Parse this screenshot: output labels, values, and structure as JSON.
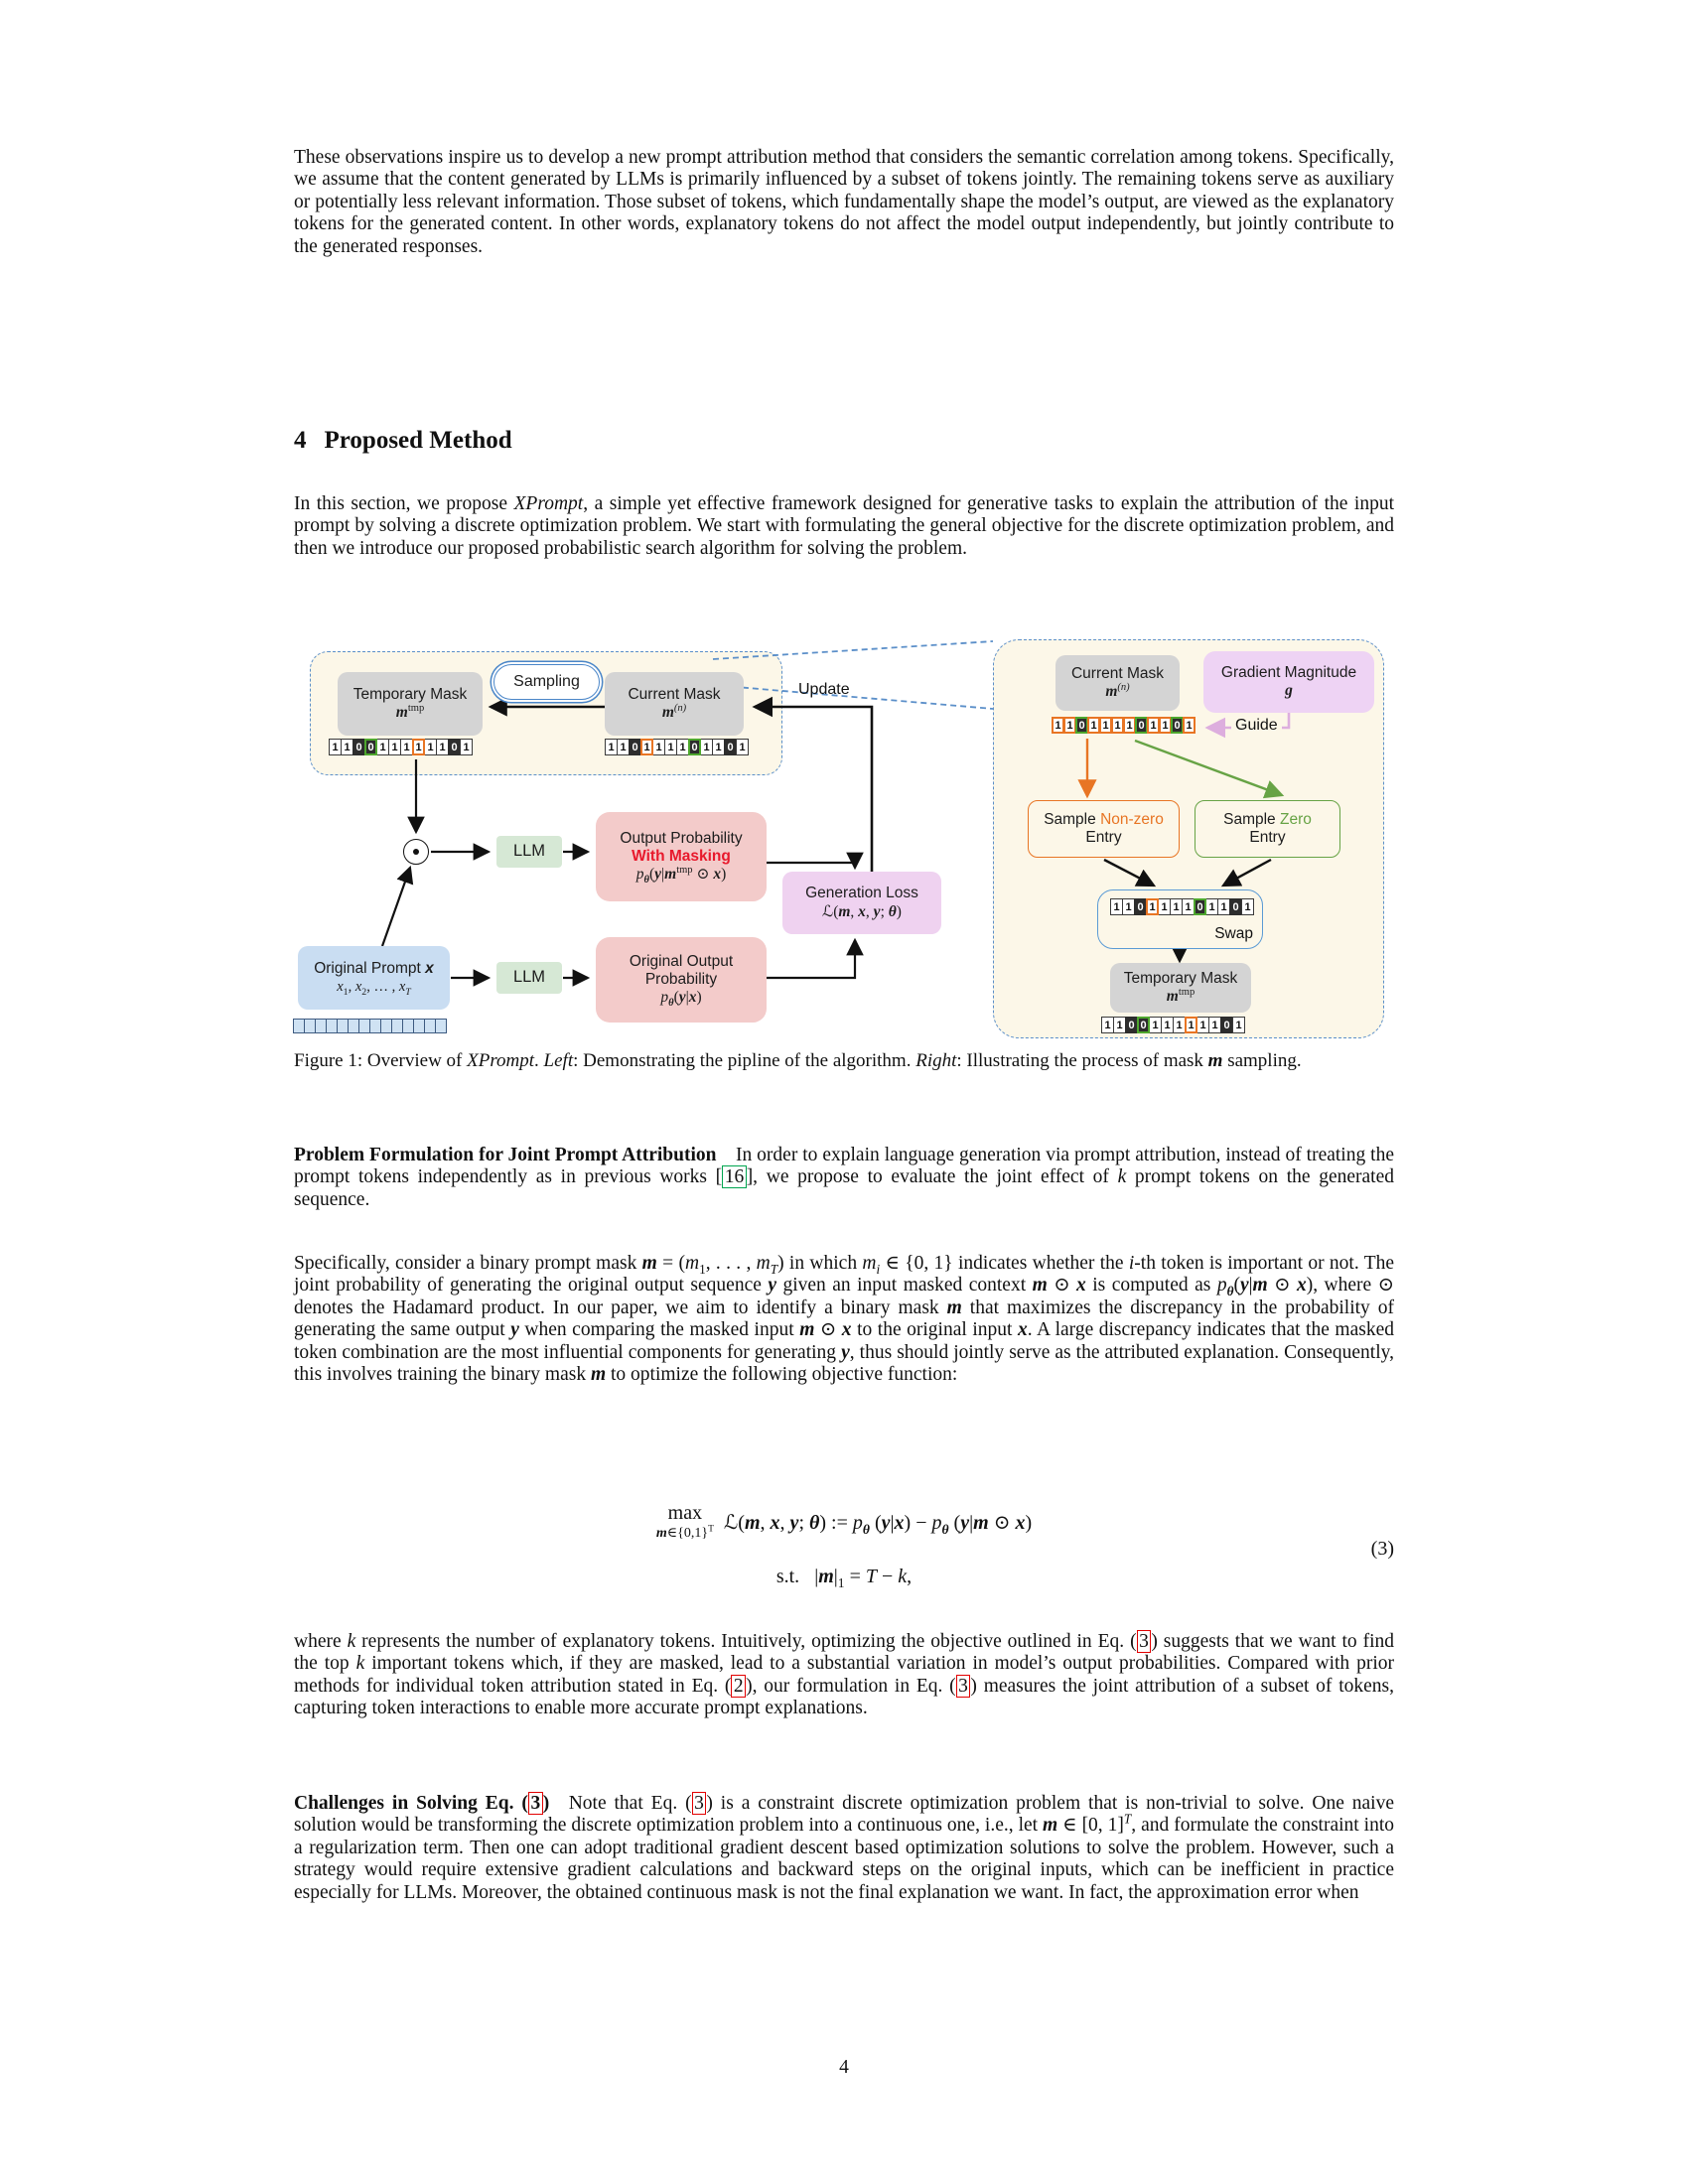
{
  "page": {
    "number": "4"
  },
  "paragraphs": {
    "p1": {
      "segs": [
        {
          "x": "These observations inspire us to develop a new prompt attribution method that considers the semantic correlation among tokens. Specifically, we assume that the content generated by LLMs is primarily influenced by a subset of tokens jointly. The remaining tokens serve as auxiliary or potentially less relevant information. Those subset of tokens, which fundamentally shape the model’s output, are viewed as the explanatory tokens for the generated content. In other words, explanatory tokens do not affect the model output independently, but jointly contribute to the generated responses.",
          "s": ""
        }
      ]
    },
    "heading": {
      "number": "4",
      "title": "Proposed Method"
    },
    "p2": {
      "segs": [
        {
          "x": "In this section, we propose ",
          "s": ""
        },
        {
          "x": "XPrompt",
          "s": "i"
        },
        {
          "x": ", a simple yet effective framework designed for generative tasks to explain the attribution of the input prompt by solving a discrete optimization problem. We start with formulating the general objective for the discrete optimization problem, and then we introduce our proposed probabilistic search algorithm for solving the problem.",
          "s": ""
        }
      ]
    },
    "caption": {
      "segs": [
        {
          "x": "Figure 1: Overview of ",
          "s": ""
        },
        {
          "x": "XPrompt",
          "s": "i"
        },
        {
          "x": ". ",
          "s": ""
        },
        {
          "x": "Left",
          "s": "i"
        },
        {
          "x": ": Demonstrating the pipline of the algorithm. ",
          "s": ""
        },
        {
          "x": "Right",
          "s": "i"
        },
        {
          "x": ": Illustrating the process of mask ",
          "s": ""
        },
        {
          "x": "m",
          "s": "mb"
        },
        {
          "x": " sampling.",
          "s": ""
        }
      ]
    },
    "p3": {
      "segs": [
        {
          "x": "Problem Formulation for Joint Prompt Attribution",
          "s": "b"
        },
        {
          "x": " ",
          "s": ""
        },
        {
          "x": "In order to explain language generation via prompt attribution, instead of treating the prompt tokens independently as in previous works [",
          "s": ""
        },
        {
          "x": "16",
          "s": "refgreen"
        },
        {
          "x": "], we propose to evaluate the joint effect of ",
          "s": ""
        },
        {
          "x": "k",
          "s": "m"
        },
        {
          "x": " prompt tokens on the generated sequence.",
          "s": ""
        }
      ]
    },
    "p4": {
      "segs": [
        {
          "x": "Specifically, consider a binary prompt mask ",
          "s": ""
        },
        {
          "x": "m",
          "s": "mb"
        },
        {
          "x": " = (",
          "s": ""
        },
        {
          "x": "m",
          "s": "m"
        },
        {
          "x": "1",
          "s": "sub"
        },
        {
          "x": ", . . . , ",
          "s": ""
        },
        {
          "x": "m",
          "s": "m"
        },
        {
          "x": "T",
          "s": "subm"
        },
        {
          "x": ") in which ",
          "s": ""
        },
        {
          "x": "m",
          "s": "m"
        },
        {
          "x": "i",
          "s": "subm"
        },
        {
          "x": " ∈ {0, 1} indicates whether the ",
          "s": ""
        },
        {
          "x": "i",
          "s": "m"
        },
        {
          "x": "-th token is important or not. The joint probability of generating the original output sequence ",
          "s": ""
        },
        {
          "x": "y",
          "s": "mb"
        },
        {
          "x": " given an input masked context ",
          "s": ""
        },
        {
          "x": "m",
          "s": "mb"
        },
        {
          "x": " ⊙ ",
          "s": ""
        },
        {
          "x": "x",
          "s": "mb"
        },
        {
          "x": " is computed as ",
          "s": ""
        },
        {
          "x": "p",
          "s": "m"
        },
        {
          "x": "θ",
          "s": "submb"
        },
        {
          "x": "(",
          "s": ""
        },
        {
          "x": "y",
          "s": "mb"
        },
        {
          "x": "|",
          "s": ""
        },
        {
          "x": "m",
          "s": "mb"
        },
        {
          "x": " ⊙ ",
          "s": ""
        },
        {
          "x": "x",
          "s": "mb"
        },
        {
          "x": "), where ⊙ denotes the Hadamard product. In our paper, we aim to identify a binary mask ",
          "s": ""
        },
        {
          "x": "m",
          "s": "mb"
        },
        {
          "x": " that maximizes the discrepancy in the probability of generating the same output ",
          "s": ""
        },
        {
          "x": "y",
          "s": "mb"
        },
        {
          "x": " when comparing the masked input ",
          "s": ""
        },
        {
          "x": "m",
          "s": "mb"
        },
        {
          "x": " ⊙ ",
          "s": ""
        },
        {
          "x": "x",
          "s": "mb"
        },
        {
          "x": " to the original input ",
          "s": ""
        },
        {
          "x": "x",
          "s": "mb"
        },
        {
          "x": ". A large discrepancy indicates that the masked token combination are the most influential components for generating ",
          "s": ""
        },
        {
          "x": "y",
          "s": "mb"
        },
        {
          "x": ", thus should jointly serve as the attributed explanation. Consequently, this involves training the binary mask ",
          "s": ""
        },
        {
          "x": "m",
          "s": "mb"
        },
        {
          "x": " to optimize the following objective function:",
          "s": ""
        }
      ]
    },
    "equation": {
      "max_op": "max",
      "max_sub_segs": [
        {
          "x": "m",
          "s": "mb"
        },
        {
          "x": "∈{0,1}",
          "s": ""
        },
        {
          "x": "T",
          "s": "sup"
        }
      ],
      "line1_segs": [
        {
          "x": "ℒ(",
          "s": ""
        },
        {
          "x": "m",
          "s": "mb"
        },
        {
          "x": ", ",
          "s": ""
        },
        {
          "x": "x",
          "s": "mb"
        },
        {
          "x": ", ",
          "s": ""
        },
        {
          "x": "y",
          "s": "mb"
        },
        {
          "x": "; ",
          "s": ""
        },
        {
          "x": "θ",
          "s": "mb"
        },
        {
          "x": ") := ",
          "s": ""
        },
        {
          "x": "p",
          "s": "m"
        },
        {
          "x": "θ",
          "s": "submb"
        },
        {
          "x": " (",
          "s": ""
        },
        {
          "x": "y",
          "s": "mb"
        },
        {
          "x": "|",
          "s": ""
        },
        {
          "x": "x",
          "s": "mb"
        },
        {
          "x": ") − ",
          "s": ""
        },
        {
          "x": "p",
          "s": "m"
        },
        {
          "x": "θ",
          "s": "submb"
        },
        {
          "x": " (",
          "s": ""
        },
        {
          "x": "y",
          "s": "mb"
        },
        {
          "x": "|",
          "s": ""
        },
        {
          "x": "m",
          "s": "mb"
        },
        {
          "x": " ⊙ ",
          "s": ""
        },
        {
          "x": "x",
          "s": "mb"
        },
        {
          "x": ")",
          "s": ""
        }
      ],
      "st_segs": [
        {
          "x": "s.t.   ",
          "s": ""
        },
        {
          "x": "|",
          "s": ""
        },
        {
          "x": "m",
          "s": "mb"
        },
        {
          "x": "|",
          "s": ""
        },
        {
          "x": "1",
          "s": "sub"
        },
        {
          "x": " = ",
          "s": ""
        },
        {
          "x": "T",
          "s": "m"
        },
        {
          "x": " − ",
          "s": ""
        },
        {
          "x": "k",
          "s": "m"
        },
        {
          "x": ",",
          "s": ""
        }
      ],
      "number": "(3)"
    },
    "p5": {
      "segs": [
        {
          "x": "where ",
          "s": ""
        },
        {
          "x": "k",
          "s": "m"
        },
        {
          "x": " represents the number of explanatory tokens. Intuitively, optimizing the objective outlined in Eq. (",
          "s": ""
        },
        {
          "x": "3",
          "s": "refred"
        },
        {
          "x": ") suggests that we want to find the top ",
          "s": ""
        },
        {
          "x": "k",
          "s": "m"
        },
        {
          "x": " important tokens which, if they are masked, lead to a substantial variation in model’s output probabilities. Compared with prior methods for individual token attribution stated in Eq. (",
          "s": ""
        },
        {
          "x": "2",
          "s": "refred"
        },
        {
          "x": "), our formulation in Eq. (",
          "s": ""
        },
        {
          "x": "3",
          "s": "refred"
        },
        {
          "x": ") measures the joint attribution of a subset of tokens, capturing token interactions to enable more accurate prompt explanations.",
          "s": ""
        }
      ]
    },
    "p6": {
      "segs": [
        {
          "x": "Challenges in Solving Eq. (",
          "s": "b"
        },
        {
          "x": "3",
          "s": "refredb"
        },
        {
          "x": ")",
          "s": "b"
        },
        {
          "x": " ",
          "s": ""
        },
        {
          "x": "Note that Eq. (",
          "s": ""
        },
        {
          "x": "3",
          "s": "refred"
        },
        {
          "x": ") is a constraint discrete optimization problem that is non-trivial to solve. One naive solution would be transforming the discrete optimization problem into a continuous one, i.e., let ",
          "s": ""
        },
        {
          "x": "m",
          "s": "mb"
        },
        {
          "x": " ∈ [0, 1]",
          "s": ""
        },
        {
          "x": "T",
          "s": "supm"
        },
        {
          "x": ", and formulate the constraint into a regularization term. Then one can adopt traditional gradient descent based optimization solutions to solve the problem. However, such a strategy would require extensive gradient calculations and backward steps on the original inputs, which can be inefficient in practice especially for LLMs. Moreover, the obtained continuous mask is not the final explanation we want. In fact, the approximation error when",
          "s": ""
        }
      ]
    }
  },
  "figure": {
    "colors": {
      "panel_bg": "#fcf7e8",
      "dashed_border": "#5b8fc9",
      "gray_box": "#d4d4d4",
      "pink_box": "#f3cbca",
      "green_llm_box": "#d6e8d5",
      "loss_box": "#efd2f0",
      "prompt_box": "#c9ddf2",
      "gradient_box": "#eed3f4",
      "orange": "#e87524",
      "green": "#67a345",
      "red_text": "#e8192c",
      "swap_blue": "#4a90d9",
      "guide_pink": "#ddaede",
      "ref_red": "#e20000",
      "ref_green": "#00a550"
    },
    "labels": {
      "temporary_mask": "Temporary Mask",
      "temporary_mask_math": {
        "segs": [
          {
            "x": "m",
            "s": "mb"
          },
          {
            "x": "tmp",
            "s": "sup"
          }
        ]
      },
      "sampling": "Sampling",
      "current_mask": "Current Mask",
      "current_mask_math": {
        "segs": [
          {
            "x": "m",
            "s": "mb"
          },
          {
            "x": "(n)",
            "s": "supm"
          }
        ]
      },
      "update": "Update",
      "llm": "LLM",
      "masked_output_line1": "Output Probability",
      "masked_output_line2": "With Masking",
      "masked_output_math": {
        "segs": [
          {
            "x": "p",
            "s": "m"
          },
          {
            "x": "θ",
            "s": "submb"
          },
          {
            "x": "(",
            "s": ""
          },
          {
            "x": "y",
            "s": "mb"
          },
          {
            "x": "|",
            "s": ""
          },
          {
            "x": "m",
            "s": "mb"
          },
          {
            "x": "tmp",
            "s": "sup"
          },
          {
            "x": " ⊙ ",
            "s": ""
          },
          {
            "x": "x",
            "s": "mb"
          },
          {
            "x": ")",
            "s": ""
          }
        ]
      },
      "generation_loss": "Generation Loss",
      "generation_loss_math": {
        "segs": [
          {
            "x": "ℒ(",
            "s": ""
          },
          {
            "x": "m",
            "s": "mb"
          },
          {
            "x": ", ",
            "s": ""
          },
          {
            "x": "x",
            "s": "mb"
          },
          {
            "x": ", ",
            "s": ""
          },
          {
            "x": "y",
            "s": "mb"
          },
          {
            "x": "; ",
            "s": ""
          },
          {
            "x": "θ",
            "s": "mb"
          },
          {
            "x": ")",
            "s": ""
          }
        ]
      },
      "original_prompt": {
        "segs": [
          {
            "x": "Original Prompt ",
            "s": ""
          },
          {
            "x": "x",
            "s": "mb"
          }
        ]
      },
      "original_prompt_math": {
        "segs": [
          {
            "x": "x",
            "s": "m"
          },
          {
            "x": "1",
            "s": "sub"
          },
          {
            "x": ", ",
            "s": ""
          },
          {
            "x": "x",
            "s": "m"
          },
          {
            "x": "2",
            "s": "sub"
          },
          {
            "x": ", … , ",
            "s": ""
          },
          {
            "x": "x",
            "s": "m"
          },
          {
            "x": "T",
            "s": "subm"
          }
        ]
      },
      "original_output_line1": "Original Output",
      "original_output_line2": "Probability",
      "original_output_math": {
        "segs": [
          {
            "x": "p",
            "s": "m"
          },
          {
            "x": "θ",
            "s": "submb"
          },
          {
            "x": "(",
            "s": ""
          },
          {
            "x": "y",
            "s": "mb"
          },
          {
            "x": "|",
            "s": ""
          },
          {
            "x": "x",
            "s": "mb"
          },
          {
            "x": ")",
            "s": ""
          }
        ]
      },
      "gradient_magnitude": "Gradient Magnitude",
      "gradient_magnitude_math": {
        "segs": [
          {
            "x": "g",
            "s": "mb"
          }
        ]
      },
      "guide": "Guide",
      "sample_nonzero": {
        "segs": [
          {
            "x": "Sample ",
            "s": ""
          },
          {
            "x": "Non-zero",
            "s": "orange"
          }
        ]
      },
      "sample_zero": {
        "segs": [
          {
            "x": "Sample ",
            "s": ""
          },
          {
            "x": "Zero",
            "s": "green"
          }
        ]
      },
      "entry": "Entry",
      "swap": "Swap"
    },
    "masks": {
      "temporary": [
        {
          "v": 1
        },
        {
          "v": 1
        },
        {
          "v": 0
        },
        {
          "v": 0,
          "hl": "green"
        },
        {
          "v": 1
        },
        {
          "v": 1
        },
        {
          "v": 1
        },
        {
          "v": 1,
          "hl": "orange"
        },
        {
          "v": 1
        },
        {
          "v": 1
        },
        {
          "v": 0
        },
        {
          "v": 1
        }
      ],
      "current": [
        {
          "v": 1
        },
        {
          "v": 1
        },
        {
          "v": 0
        },
        {
          "v": 1,
          "hl": "orange"
        },
        {
          "v": 1
        },
        {
          "v": 1
        },
        {
          "v": 1
        },
        {
          "v": 0,
          "hl": "green"
        },
        {
          "v": 1
        },
        {
          "v": 1
        },
        {
          "v": 0
        },
        {
          "v": 1
        }
      ],
      "guided": [
        {
          "v": 1,
          "hl": "orange"
        },
        {
          "v": 1,
          "hl": "orange"
        },
        {
          "v": 0,
          "hl": "green"
        },
        {
          "v": 1,
          "hl": "orange"
        },
        {
          "v": 1,
          "hl": "orange"
        },
        {
          "v": 1,
          "hl": "orange"
        },
        {
          "v": 1,
          "hl": "orange"
        },
        {
          "v": 0,
          "hl": "green"
        },
        {
          "v": 1,
          "hl": "orange"
        },
        {
          "v": 1,
          "hl": "orange"
        },
        {
          "v": 0,
          "hl": "green"
        },
        {
          "v": 1,
          "hl": "orange"
        }
      ],
      "swap": [
        {
          "v": 1
        },
        {
          "v": 1
        },
        {
          "v": 0
        },
        {
          "v": 1,
          "hl": "orange"
        },
        {
          "v": 1
        },
        {
          "v": 1
        },
        {
          "v": 1
        },
        {
          "v": 0,
          "hl": "green"
        },
        {
          "v": 1
        },
        {
          "v": 1
        },
        {
          "v": 0
        },
        {
          "v": 1
        }
      ],
      "temporary_right": [
        {
          "v": 1
        },
        {
          "v": 1
        },
        {
          "v": 0
        },
        {
          "v": 0,
          "hl": "green"
        },
        {
          "v": 1
        },
        {
          "v": 1
        },
        {
          "v": 1
        },
        {
          "v": 1,
          "hl": "orange"
        },
        {
          "v": 1
        },
        {
          "v": 1
        },
        {
          "v": 0
        },
        {
          "v": 1
        }
      ]
    },
    "token_strip": {
      "count": 14
    }
  }
}
